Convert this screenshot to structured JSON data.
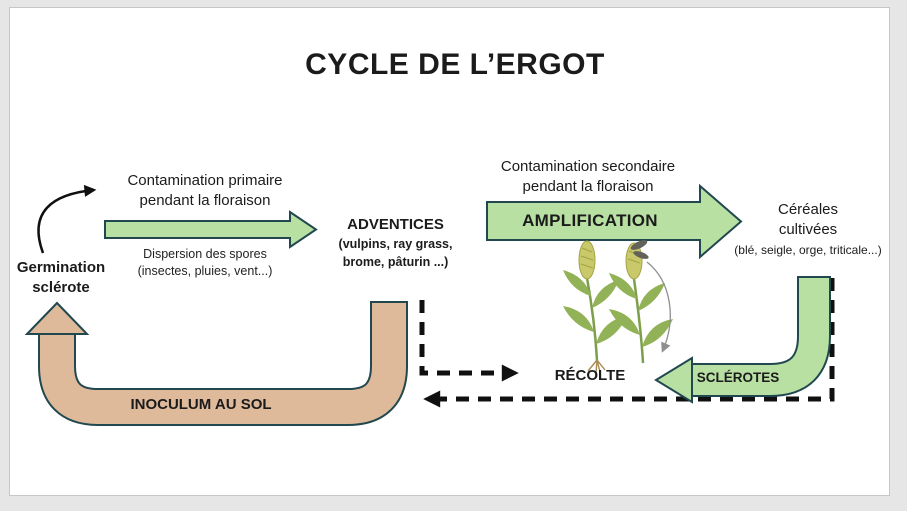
{
  "title": "CYCLE DE L’ERGOT",
  "nodes": {
    "germination": {
      "line1": "Germination",
      "line2": "sclérote"
    },
    "contamination_primaire": {
      "line1": "Contamination primaire",
      "line2": "pendant la floraison"
    },
    "dispersion": {
      "line1": "Dispersion des spores",
      "line2": "(insectes, pluies, vent...)"
    },
    "adventices": {
      "title": "ADVENTICES",
      "line1": "(vulpins, ray grass,",
      "line2": "brome, pâturin ...)"
    },
    "contamination_secondaire": {
      "line1": "Contamination secondaire",
      "line2": "pendant la floraison"
    },
    "amplification": {
      "label": "AMPLIFICATION"
    },
    "cereales": {
      "line1": "Céréales",
      "line2": "cultivées",
      "line3": "(blé, seigle, orge, triticale...)"
    },
    "sclerotes": {
      "label": "SCLÉROTES"
    },
    "recolte": {
      "label": "RÉCOLTE"
    },
    "inoculum": {
      "label": "INOCULUM AU SOL"
    }
  },
  "colors": {
    "arrow_green": "#b8e0a3",
    "arrow_tan": "#deba9b",
    "outline": "#21484f",
    "dash": "#101010",
    "text": "#1b1b1b"
  }
}
